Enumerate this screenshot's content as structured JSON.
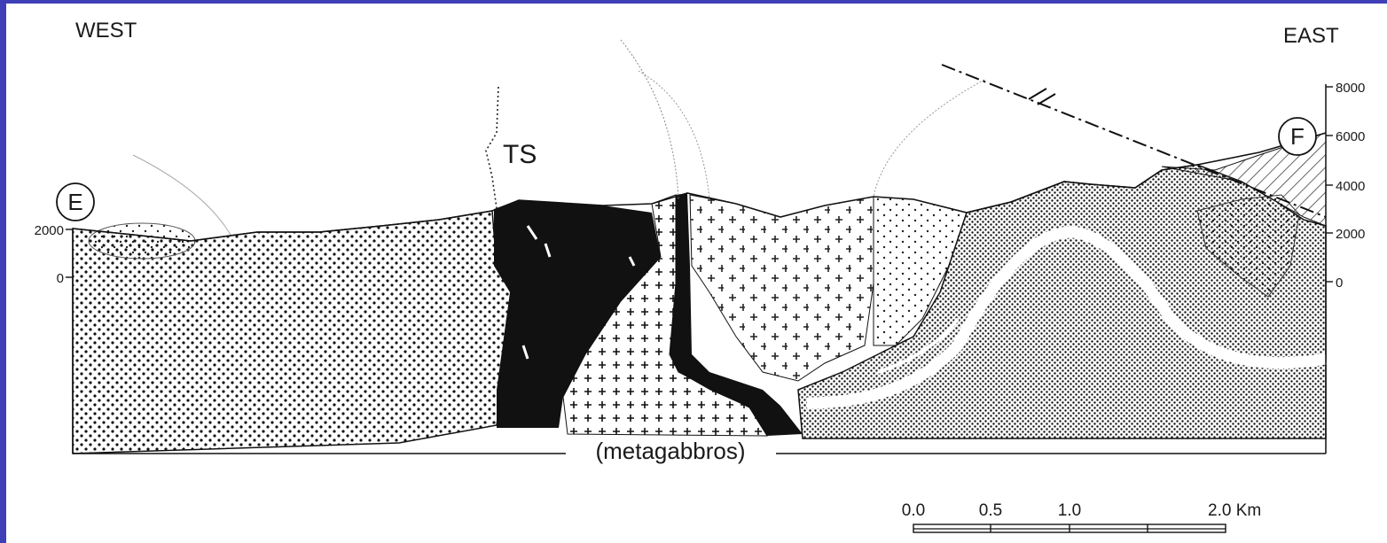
{
  "colors": {
    "border": "#3f3fb8",
    "ink": "#111111",
    "paper": "#ffffff"
  },
  "labels": {
    "west": "WEST",
    "east": "EAST",
    "section_start": "E",
    "section_end": "F",
    "ts": "TS",
    "metagabbros": "(metagabbros)"
  },
  "elevation_axis": {
    "right_ticks": [
      "8000",
      "6000",
      "4000",
      "2000",
      "0"
    ],
    "left_ticks": [
      "2000",
      "0"
    ]
  },
  "scale_bar": {
    "labels": [
      "0.0",
      "0.5",
      "1.0",
      "2.0 Km"
    ]
  }
}
